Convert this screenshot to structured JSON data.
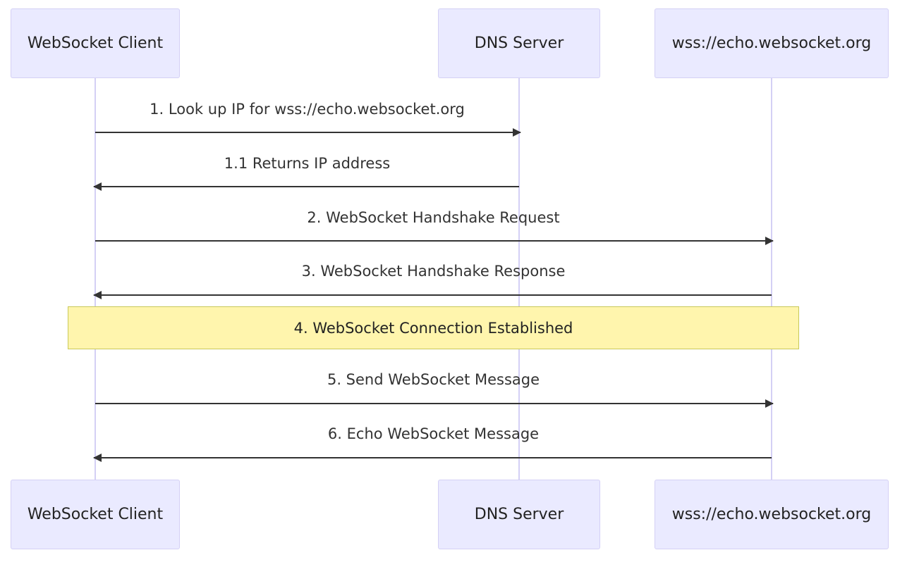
{
  "participants": {
    "client": "WebSocket Client",
    "dns": "DNS Server",
    "server": "wss://echo.websocket.org"
  },
  "messages": [
    {
      "label": "1. Look up IP for wss://echo.websocket.org",
      "from": "client",
      "to": "dns"
    },
    {
      "label": "1.1 Returns IP address",
      "from": "dns",
      "to": "client"
    },
    {
      "label": "2. WebSocket Handshake Request",
      "from": "client",
      "to": "server"
    },
    {
      "label": "3. WebSocket Handshake Response",
      "from": "server",
      "to": "client"
    },
    {
      "label": "5. Send WebSocket Message",
      "from": "client",
      "to": "server"
    },
    {
      "label": "6. Echo WebSocket Message",
      "from": "server",
      "to": "client"
    }
  ],
  "note": {
    "text": "4. WebSocket Connection Established",
    "over": [
      "client",
      "server"
    ]
  },
  "colors": {
    "actor_fill": "#eaeaff",
    "actor_border": "#d4d0f5",
    "lifeline": "#d4d0f5",
    "arrow": "#333333",
    "note_fill": "#fff5ad",
    "note_border": "#c9c95a"
  }
}
